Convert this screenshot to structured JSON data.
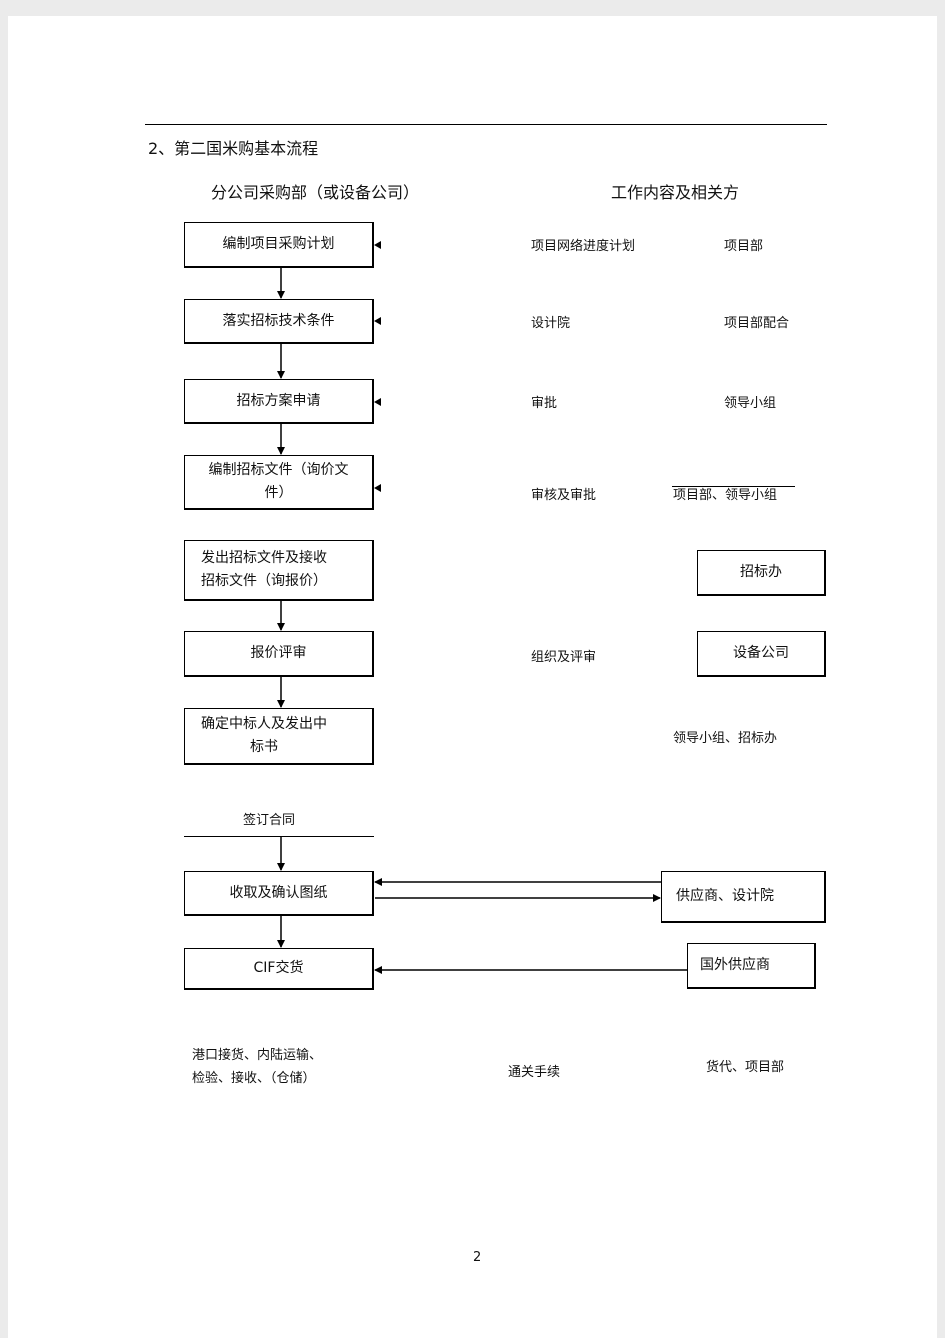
{
  "heading": "2、第二国米购基本流程",
  "columns": {
    "left": "分公司采购部（或设备公司）",
    "right": "工作内容及相关方"
  },
  "steps": [
    {
      "label": "编制项目采购计划",
      "work": "项目网络进度计划",
      "party": "项目部"
    },
    {
      "label": "落实招标技术条件",
      "work": "设计院",
      "party": "项目部配合"
    },
    {
      "label": "招标方案申请",
      "work": "审批",
      "party": "领导小组"
    },
    {
      "label_lines": [
        "编制招标文件（询价文",
        "件）"
      ],
      "work": "审核及审批",
      "party": "项目部、领导小组"
    },
    {
      "label_lines": [
        "发出招标文件及接收",
        "招标文件（询报价）"
      ],
      "party_box": "招标办"
    },
    {
      "label": "报价评审",
      "work": "组织及评审",
      "party_box": "设备公司"
    },
    {
      "label_lines": [
        "确定中标人及发出中",
        "标书"
      ],
      "party": "领导小组、招标办"
    },
    {
      "label": "签订合同"
    },
    {
      "label": "收取及确认图纸",
      "party_box": "供应商、设计院"
    },
    {
      "label": "CIF交货",
      "party_box": "国外供应商"
    }
  ],
  "footer": {
    "left_lines": [
      "港口接货、内陆运输、",
      "检验、接收、（仓储）"
    ],
    "middle": "通关手续",
    "right": "货代、项目部"
  },
  "page_number": "2"
}
